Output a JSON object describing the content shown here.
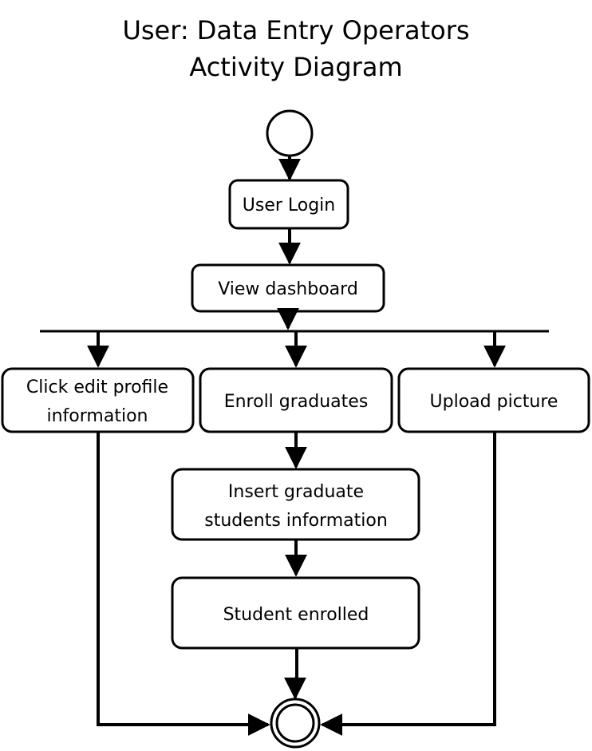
{
  "title": {
    "line1": "User: Data Entry Operators",
    "line2": "Activity Diagram"
  },
  "nodes": {
    "user_login": "User Login",
    "view_dashboard": "View dashboard",
    "edit_profile_line1": "Click edit profile",
    "edit_profile_line2": "information",
    "enroll_graduates": "Enroll graduates",
    "upload_picture": "Upload picture",
    "insert_info_line1": "Insert graduate",
    "insert_info_line2": "students information",
    "student_enrolled": "Student enrolled"
  }
}
